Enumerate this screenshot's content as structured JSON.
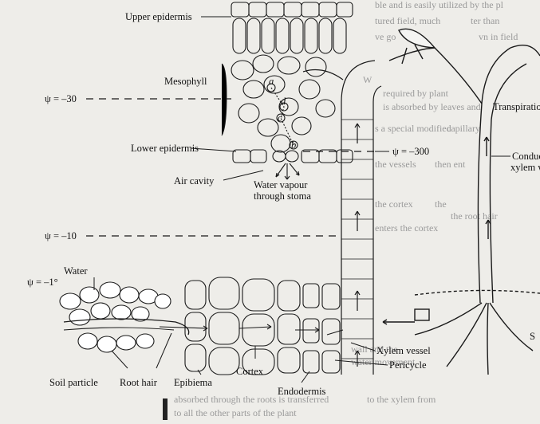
{
  "labels": {
    "upper_epidermis": "Upper epidermis",
    "mesophyll": "Mesophyll",
    "lower_epidermis": "Lower epidermis",
    "air_cavity": "Air cavity",
    "water_vapour_1": "Water vapour",
    "water_vapour_2": "through stoma",
    "transpiration": "Transpiratio",
    "conduction_1": "Conduc",
    "conduction_2": "xylem w",
    "water": "Water",
    "soil_particle": "Soil particle",
    "root_hair": "Root hair",
    "epiblema": "Epibiema",
    "cortex": "Cortex",
    "endodermis": "Endodermis",
    "xylem_vessel": "Xylem vessel",
    "pericycle": "Pericycle",
    "leaf_cell_letters": [
      "a",
      "d",
      "c",
      "b"
    ],
    "edge_letter": "S"
  },
  "potentials": {
    "leaf": "ψ = –30",
    "atmosphere": "ψ = –300",
    "stem": "ψ = –10",
    "soil": "ψ = –1°"
  },
  "background_text": [
    "ble and is easily utilized by the pl",
    "tured field, much",
    "ter than",
    "ve go",
    "vn in field",
    "W",
    "required by plant",
    "is absorbed by leaves and",
    "s a special modified",
    "capillary",
    "the vessels",
    "then ent",
    "the cortex",
    "the",
    "enters the cortex",
    "the root hair",
    "wall and the",
    "water movement",
    "absorbed through the roots is transferred",
    "to the xylem from",
    "to all the other parts of the plant"
  ]
}
